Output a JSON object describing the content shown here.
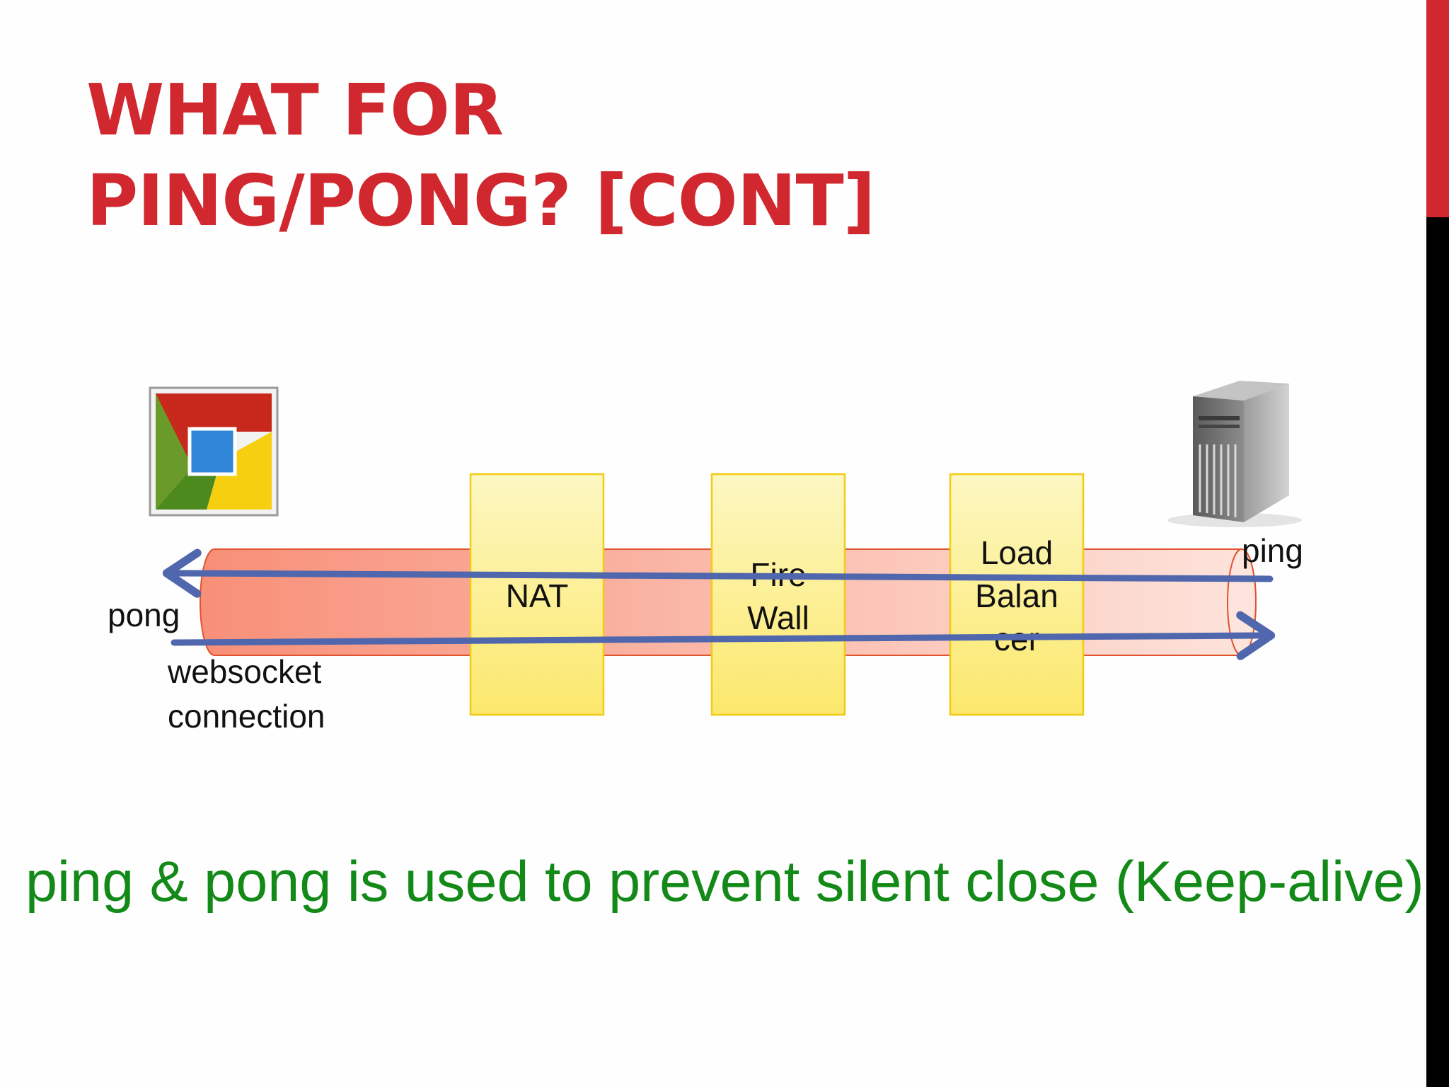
{
  "title": {
    "line1": "WHAT FOR",
    "line2": "PING/PONG? [CONT]"
  },
  "diagram": {
    "client_icon": "browser-icon",
    "server_icon": "server-tower-icon",
    "middleboxes": [
      {
        "label_lines": [
          "NAT"
        ]
      },
      {
        "label_lines": [
          "Fire",
          "Wall"
        ]
      },
      {
        "label_lines": [
          "Load",
          "Balan",
          "cer"
        ]
      }
    ],
    "ping_label": "ping",
    "pong_label": "pong",
    "connection_label": [
      "websocket",
      "connection"
    ],
    "colors": {
      "pipe": "#f89a84",
      "box": "#fdf0a0",
      "arrow": "#5067ad"
    }
  },
  "caption": "ping & pong is used to prevent silent close (Keep-alive)",
  "colors": {
    "title": "#d0282e",
    "caption": "#138a18",
    "accent_bar": "#d0282e"
  }
}
